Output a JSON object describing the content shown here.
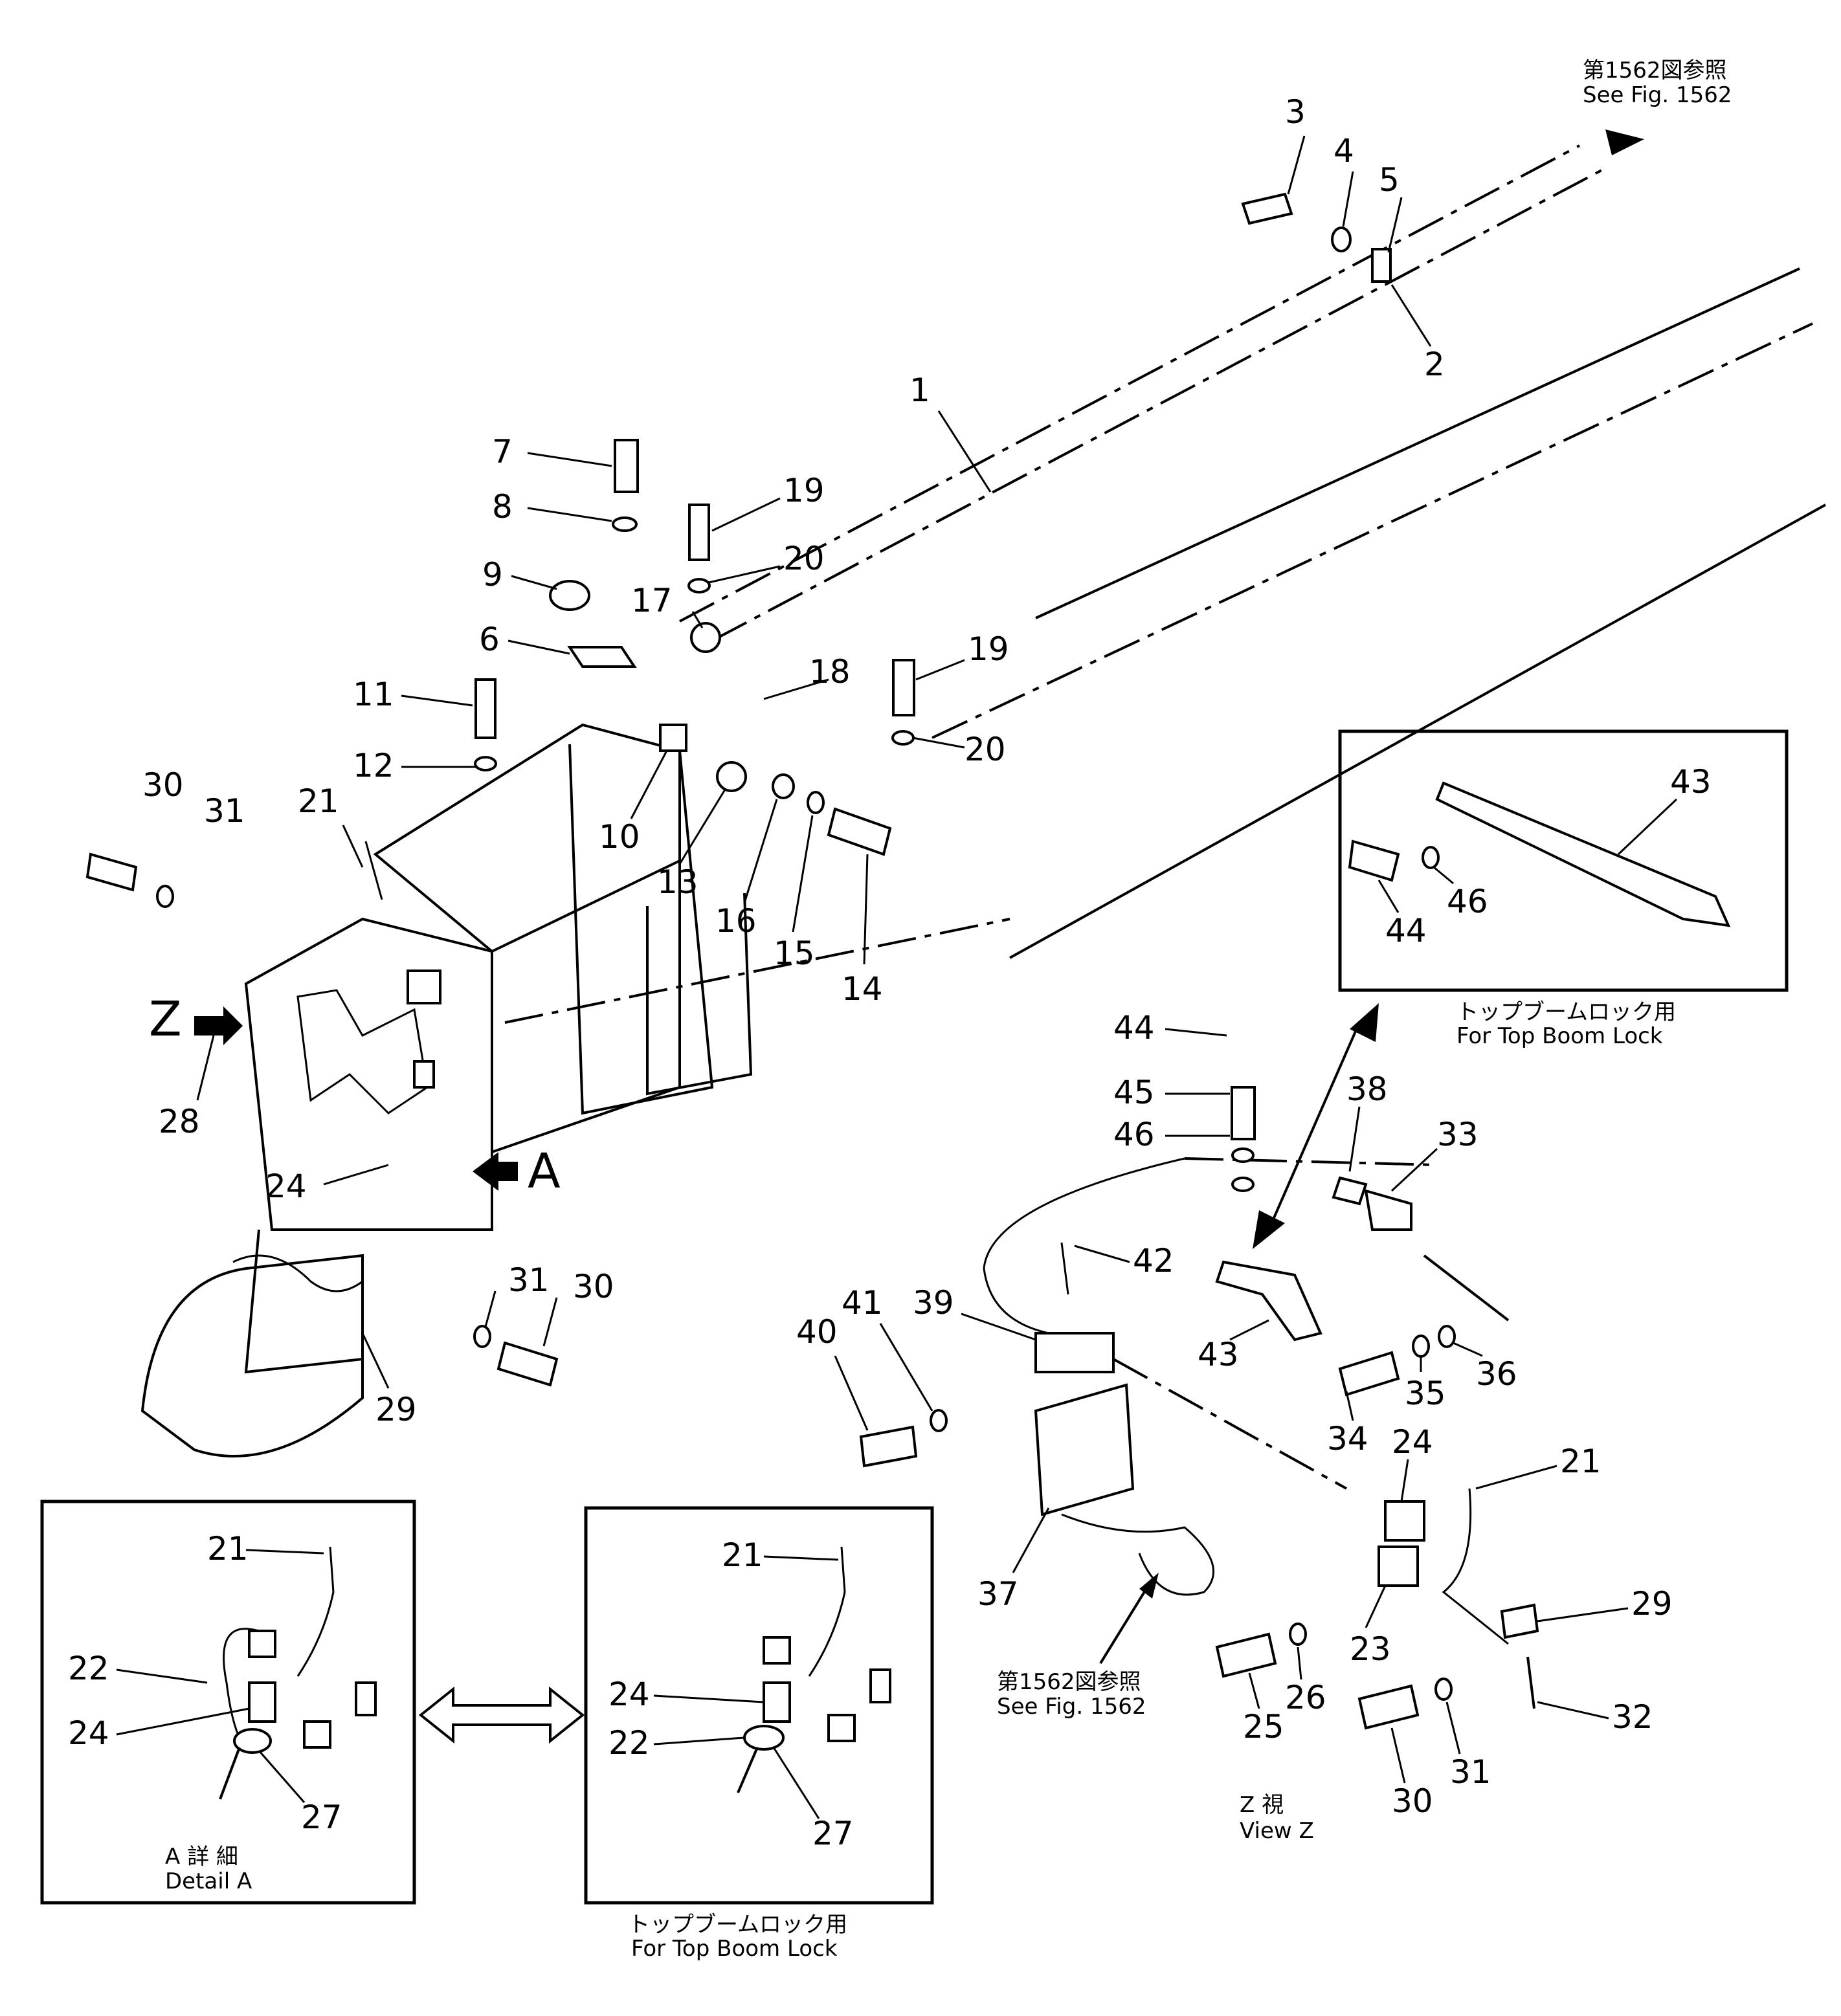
{
  "references": {
    "top": {
      "line1": "第1562図参照",
      "line2": "See Fig. 1562"
    },
    "lower": {
      "line1": "第1562図参照",
      "line2": "See Fig. 1562"
    }
  },
  "view_markers": {
    "z": "Z",
    "a": "A"
  },
  "insets": {
    "top_boom_lock_right": {
      "line1": "トップブームロック用",
      "line2": "For Top Boom Lock"
    },
    "detail_a": {
      "line1": "A 詳 細",
      "line2": "Detail A"
    },
    "top_boom_lock_bottom": {
      "line1": "トップブームロック用",
      "line2": "For Top Boom Lock"
    }
  },
  "view_z_caption": {
    "line1": "Z  視",
    "line2": "View Z"
  },
  "callouts": {
    "main": [
      "3",
      "4",
      "5",
      "2",
      "1",
      "7",
      "8",
      "19",
      "9",
      "20",
      "17",
      "6",
      "18",
      "19",
      "11",
      "20",
      "12",
      "10",
      "30",
      "31",
      "21",
      "13",
      "16",
      "15",
      "14",
      "28",
      "24",
      "31",
      "30",
      "29"
    ],
    "inset_right": [
      "43",
      "44",
      "46"
    ],
    "view_z": [
      "44",
      "45",
      "46",
      "38",
      "33",
      "42",
      "41",
      "39",
      "40",
      "43",
      "34",
      "35",
      "36",
      "34",
      "24",
      "21",
      "37",
      "23",
      "29",
      "25",
      "26",
      "30",
      "31",
      "32"
    ],
    "detail_a": [
      "21",
      "22",
      "24",
      "27"
    ],
    "inset_bottom": [
      "21",
      "24",
      "22",
      "27"
    ]
  }
}
